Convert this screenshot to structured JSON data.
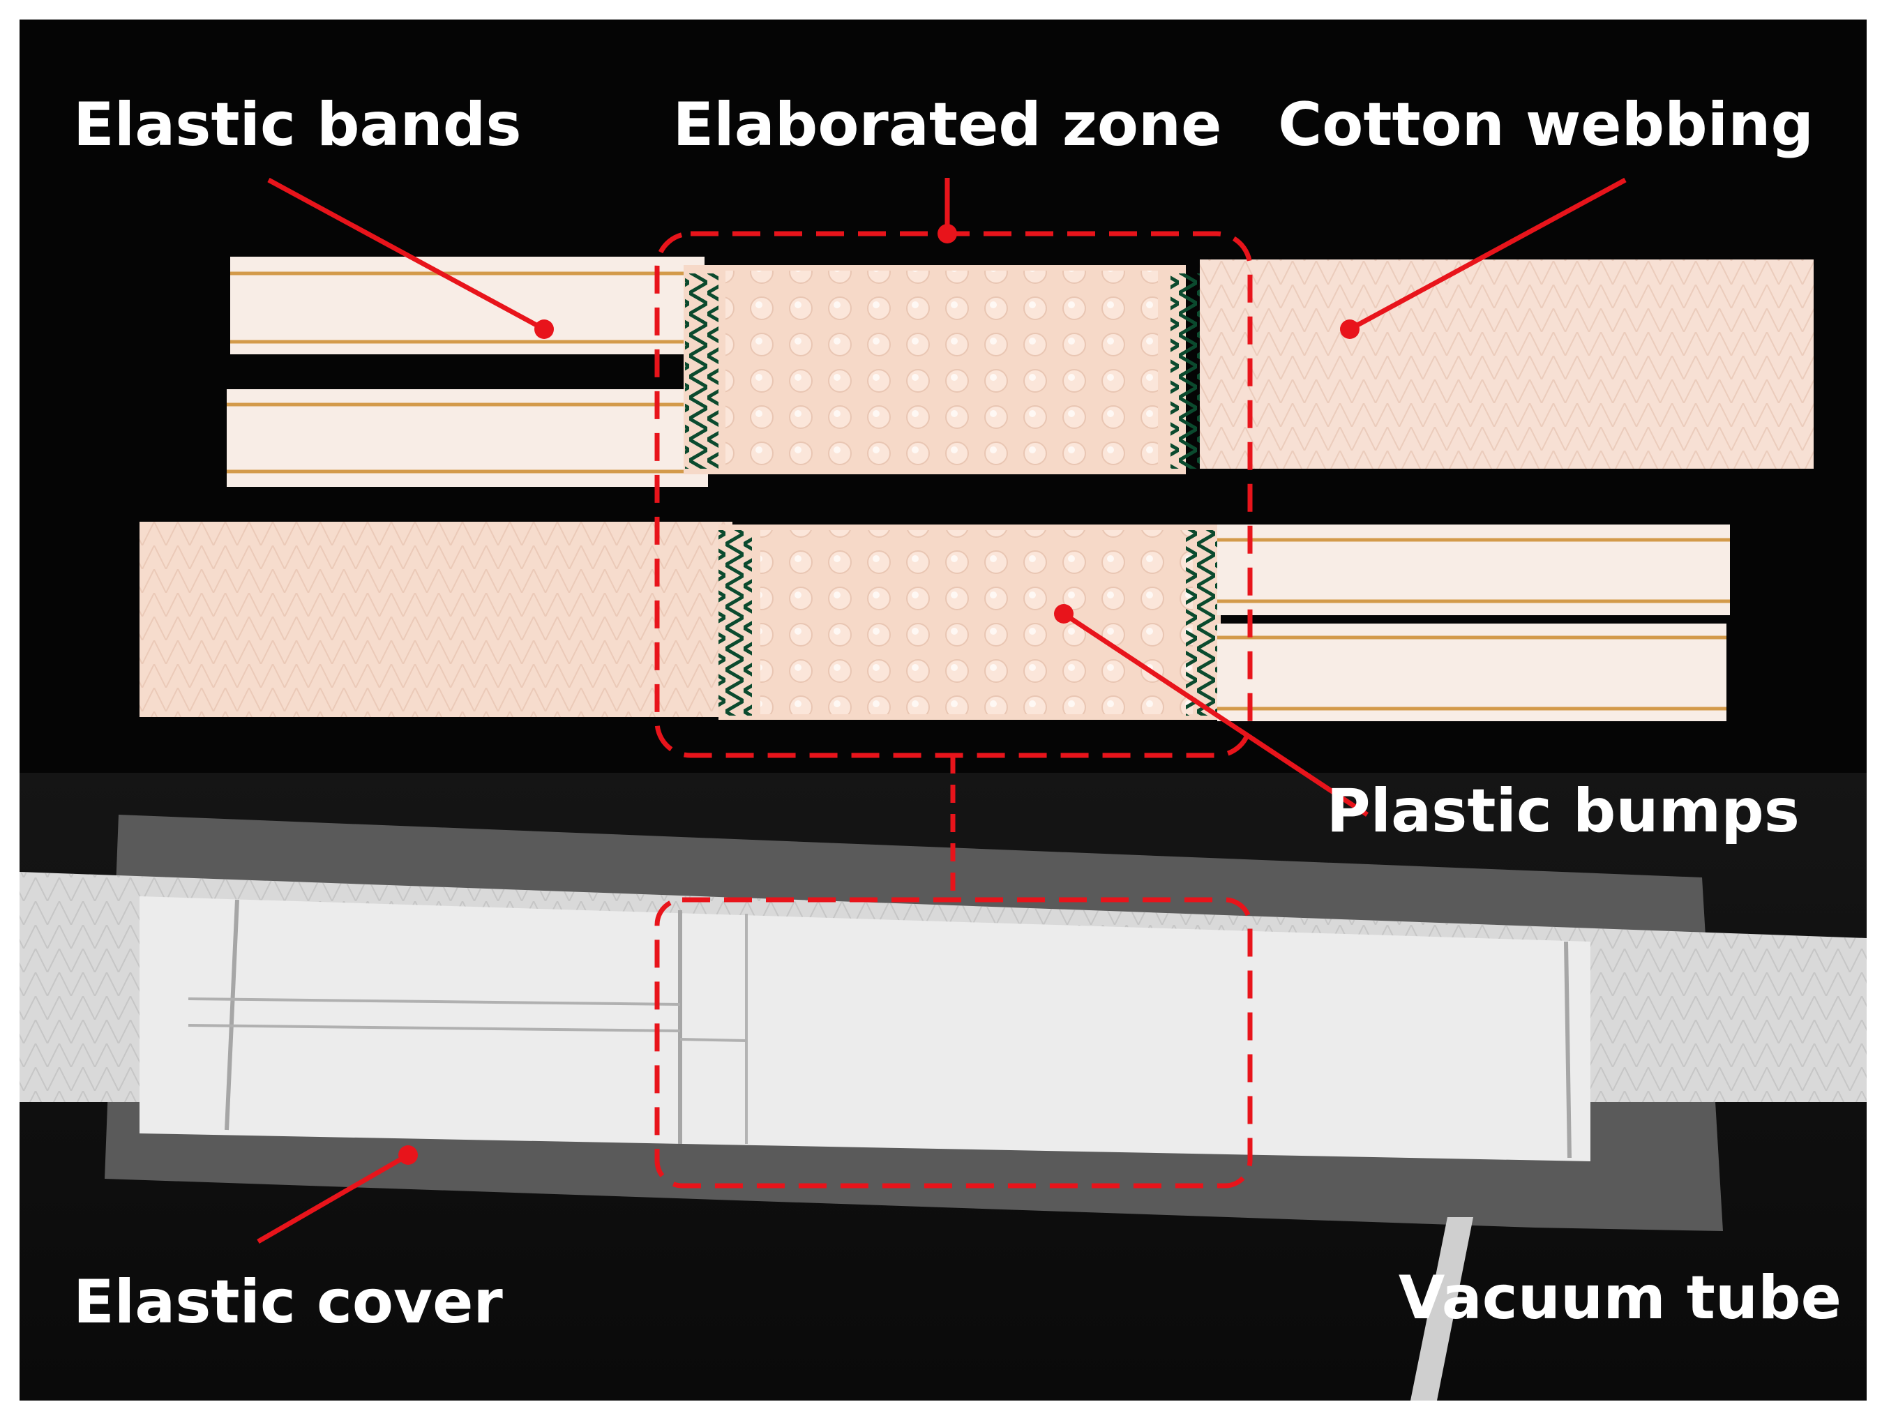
{
  "labels": {
    "elastic_bands": "Elastic bands",
    "elaborated_zone": "Elaborated zone",
    "cotton_webbing": "Cotton webbing",
    "plastic_bumps": "Plastic bumps",
    "elastic_cover": "Elastic cover",
    "vacuum_tube": "Vacuum tube"
  },
  "colors": {
    "annotation": "#e8141b",
    "background": "#050505",
    "fabric": "#f6d9c8",
    "bump": "#fbe3d6",
    "stitch": "#0b4a2e"
  }
}
